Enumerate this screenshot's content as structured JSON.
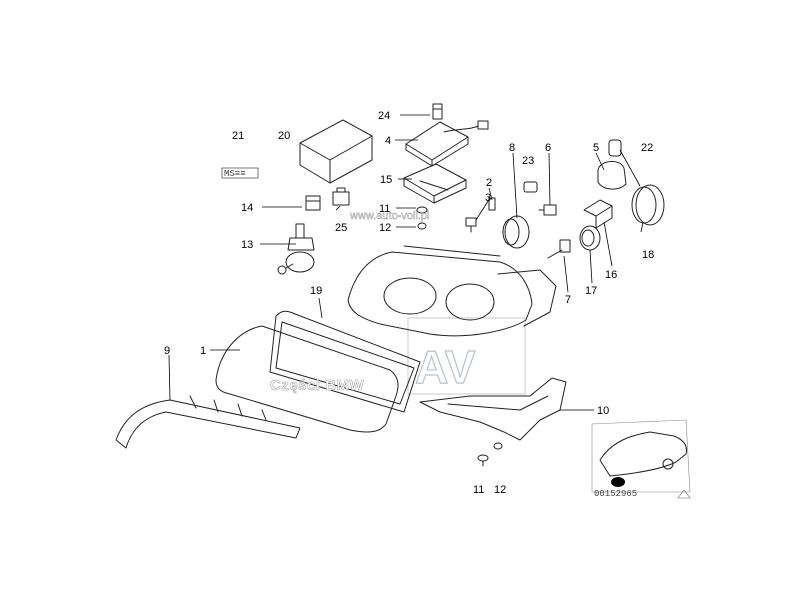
{
  "diagram": {
    "labels": {
      "p1": "1",
      "p2": "2",
      "p3": "3",
      "p4": "4",
      "p5": "5",
      "p6": "6",
      "p7": "7",
      "p8": "8",
      "p9": "9",
      "p10": "10",
      "p11a": "11",
      "p12a": "12",
      "p11b": "11",
      "p12b": "12",
      "p13": "13",
      "p14": "14",
      "p15": "15",
      "p16": "16",
      "p17": "17",
      "p18": "18",
      "p19": "19",
      "p20": "20",
      "p21": "21",
      "p22": "22",
      "p23": "23",
      "p24": "24",
      "p25": "25"
    },
    "watermark_url": "www.auto-voll.pl",
    "watermark_brand": "Części BMW",
    "watermark_logo": "AV",
    "label_tag": "MS≡≡",
    "image_code": "00152965"
  }
}
